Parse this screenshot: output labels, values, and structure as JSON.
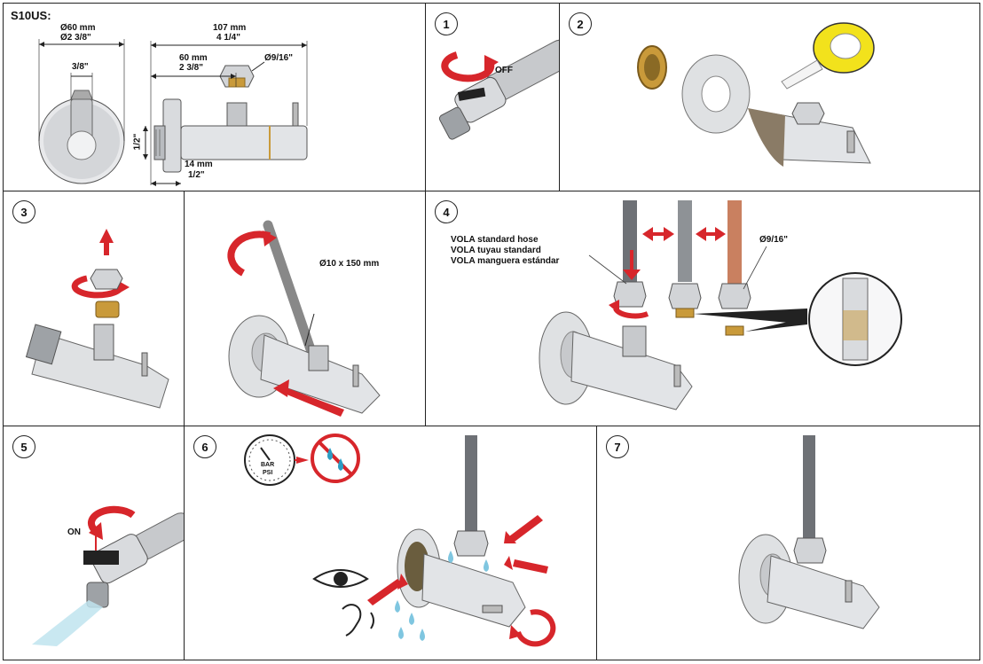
{
  "header": {
    "model": "S10US:"
  },
  "dims": {
    "diameter_mm": "Ø60 mm",
    "diameter_in": "Ø2 3/8\"",
    "three_eighths": "3/8\"",
    "length_mm": "107 mm",
    "length_in": "4 1/4\"",
    "offset_mm": "60 mm",
    "offset_in": "2 3/8\"",
    "nut_size": "Ø9/16\"",
    "thread": "1/2\"",
    "depth_mm": "14 mm",
    "depth_in": "1/2\""
  },
  "steps": {
    "s1": {
      "number": "1",
      "off_label": "OFF"
    },
    "s2": {
      "number": "2"
    },
    "s3": {
      "number": "3",
      "tool_label": "Ø10 x 150 mm"
    },
    "s4": {
      "number": "4",
      "hose_en": "VOLA standard hose",
      "hose_fr": "VOLA tuyau standard",
      "hose_es": "VOLA manguera estándar",
      "nut_size": "Ø9/16\""
    },
    "s5": {
      "number": "5",
      "on_label": "ON"
    },
    "s6": {
      "number": "6",
      "gauge_top": "BAR",
      "gauge_bottom": "PSI"
    },
    "s7": {
      "number": "7"
    }
  },
  "colors": {
    "arrow_red": "#d7262b",
    "steel": "#b9bcc0",
    "brass": "#c99a3a",
    "tape_yellow": "#f2e21c",
    "copper": "#c98060"
  }
}
